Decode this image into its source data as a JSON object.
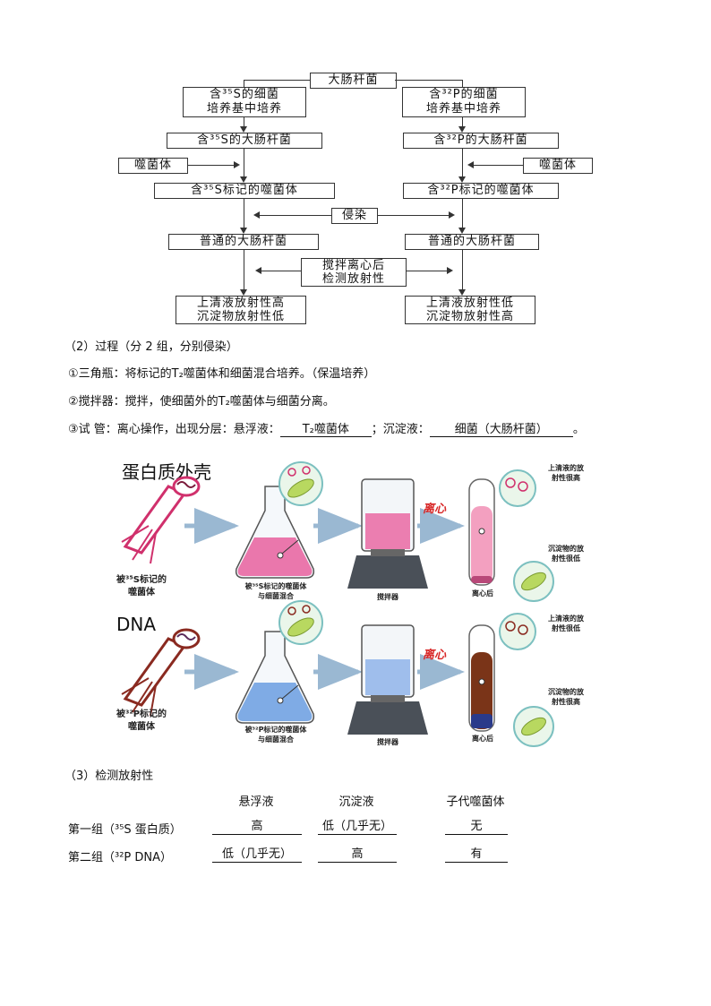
{
  "flowchart": {
    "top": "大肠杆菌",
    "left": {
      "culture": [
        "含³⁵S的细菌",
        "培养基中培养"
      ],
      "labeled_bacteria": "含³⁵S的大肠杆菌",
      "phage_input": "噬菌体",
      "labeled_phage": "含³⁵S标记的噬菌体",
      "ordinary_bacteria": "普通的大肠杆菌",
      "result": [
        "上清液放射性高",
        "沉淀物放射性低"
      ]
    },
    "right": {
      "culture": [
        "含³²P的细菌",
        "培养基中培养"
      ],
      "labeled_bacteria": "含³²P的大肠杆菌",
      "phage_input": "噬菌体",
      "labeled_phage": "含³²P标记的噬菌体",
      "ordinary_bacteria": "普通的大肠杆菌",
      "result": [
        "上清液放射性低",
        "沉淀物放射性高"
      ]
    },
    "infect": "侵染",
    "centrifuge": [
      "搅拌离心后",
      "检测放射性"
    ]
  },
  "process": {
    "heading": "（2）过程（分 2 组，分别侵染）",
    "step1": "①三角瓶：将标记的T₂噬菌体和细菌混合培养。（保温培养）",
    "step2": "②搅拌器：搅拌，使细菌外的T₂噬菌体与细菌分离。",
    "step3_prefix": "③试   管：离心操作，出现分层：悬浮液：",
    "step3_blank1": "T₂噬菌体",
    "step3_mid": "；沉淀液：",
    "step3_blank2": "细菌（大肠杆菌）",
    "step3_end": "。"
  },
  "figure": {
    "top_label": "蛋白质外壳",
    "bottom_label": "DNA",
    "top_phage_caption": [
      "被³⁵S标记的",
      "噬菌体"
    ],
    "bottom_phage_caption": [
      "被³²P标记的",
      "噬菌体"
    ],
    "top_flask_caption": [
      "被³⁵S标记的噬菌体",
      "与细菌混合"
    ],
    "bottom_flask_caption": [
      "被³²P标记的噬菌体",
      "与细菌混合"
    ],
    "blender_caption": "搅拌器",
    "centrifuge_word": "离心",
    "tube_caption": "离心后",
    "top_supernatant": [
      "上清液的放",
      "射性很高"
    ],
    "top_sediment": [
      "沉淀物的放",
      "射性很低"
    ],
    "bottom_supernatant": [
      "上清液的放",
      "射性很低"
    ],
    "bottom_sediment": [
      "沉淀物的放",
      "射性很高"
    ],
    "colors": {
      "pink": "#e8609e",
      "blue": "#6a9ee0",
      "brown": "#7a3418",
      "phage_pink": "#d0306c",
      "phage_brown": "#8a2a20"
    }
  },
  "detection": {
    "heading": "（3）检测放射性",
    "columns": [
      "悬浮液",
      "沉淀液",
      "子代噬菌体"
    ],
    "rows": [
      {
        "label": "第一组（³⁵S  蛋白质）",
        "values": [
          "高",
          "低（几乎无）",
          "无"
        ]
      },
      {
        "label": "第二组（³²P    DNA）",
        "values": [
          "低（几乎无）",
          "高",
          "有"
        ]
      }
    ]
  }
}
